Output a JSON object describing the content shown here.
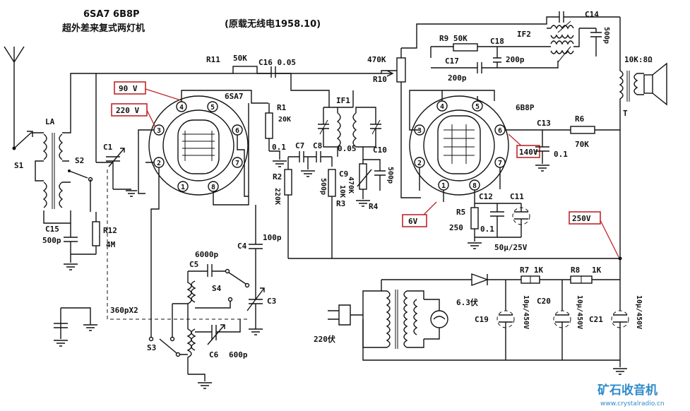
{
  "title": {
    "tubes": "6SA7 6B8P",
    "name": "超外差来复式两灯机",
    "source": "(原载无线电1958.10)"
  },
  "tubes": {
    "t1": "6SA7",
    "t2": "6B8P"
  },
  "pins": [
    "1",
    "2",
    "3",
    "4",
    "5",
    "6",
    "7",
    "8"
  ],
  "voltages": {
    "v1": "90 V",
    "v2": "220 V",
    "v3": "140V",
    "v4": "6V",
    "v5": "250V"
  },
  "labels": {
    "R11": "R11",
    "R11v": "50K",
    "C16": "C16 0.05",
    "R10v": "470K",
    "R10": "R10",
    "R9": "R9 50K",
    "C18": "C18",
    "C18v": "200p",
    "C17": "C17",
    "C17v": "200p",
    "IF2": "IF2",
    "C14": "C14",
    "C14v": "500p",
    "spk": "10K:8Ω",
    "T": "T",
    "IF1": "IF1",
    "R1": "R1",
    "R1v": "20K",
    "R1b": "0.1",
    "C7": "C7",
    "C8": "C8",
    "C8v": "0.05",
    "C7v": "500p",
    "C10": "C10",
    "C10v": "500p",
    "C9": "C9",
    "C9v": "10K",
    "R3": "R3",
    "R4": "R4",
    "R4v": "470K",
    "R2": "R2",
    "R2v": "220K",
    "C13": "C13",
    "C13v": "0.1",
    "R6": "R6",
    "R6v": "70K",
    "C12": "C12",
    "C11": "C11",
    "R5": "R5",
    "R5v": "250",
    "C12v": "0.1",
    "C11v": "50μ/25V",
    "La": "LA",
    "S1": "S1",
    "S2": "S2",
    "C1": "C1",
    "C15": "C15",
    "C15v": "500p",
    "R12": "R12",
    "R12v": "4M",
    "C4": "C4",
    "C4v": "100p",
    "C5": "C5",
    "C5v": "6000p",
    "S4": "S4",
    "C3": "C3",
    "S3": "S3",
    "C6": "C6",
    "C6v": "600p",
    "pad": "360pX2",
    "R7": "R7 1K",
    "R8": "R8",
    "R8v": "1K",
    "C19": "C19",
    "C19v": "10μ/450V",
    "C20": "C20",
    "C20v": "10μ/450V",
    "C21": "C21",
    "C21v": "10μ/450V",
    "heater": "6.3伏",
    "mains": "220伏"
  },
  "watermark": {
    "logo": "矿石收音机",
    "url": "www.crystalradio.cn"
  },
  "colors": {
    "ink": "#111111",
    "highlight": "#c0262a",
    "logo": "#2e8bc9"
  }
}
